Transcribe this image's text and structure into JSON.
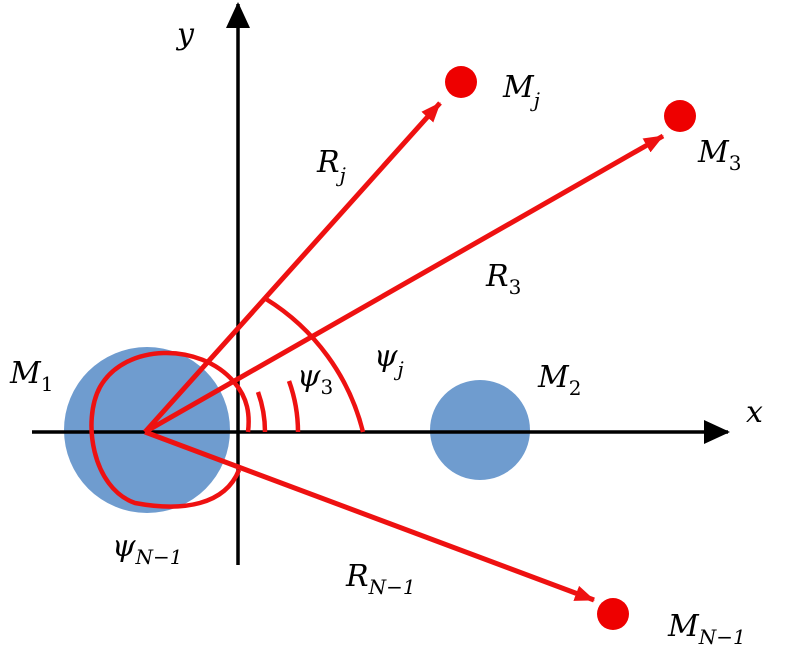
{
  "axes": {
    "x_label": "x",
    "y_label": "y"
  },
  "labels": {
    "M1": {
      "base": "M",
      "sub": "1"
    },
    "M2": {
      "base": "M",
      "sub": "2"
    },
    "M3": {
      "base": "M",
      "sub": "3"
    },
    "Mj": {
      "base": "M",
      "sub": "j"
    },
    "MN1": {
      "base": "M",
      "sub": "N−1"
    },
    "R3": {
      "base": "R",
      "sub": "3"
    },
    "Rj": {
      "base": "R",
      "sub": "j"
    },
    "RN1": {
      "base": "R",
      "sub": "N−1"
    },
    "psi3": {
      "base": "ψ",
      "sub": "3"
    },
    "psij": {
      "base": "ψ",
      "sub": "j"
    },
    "psiN1": {
      "base": "ψ",
      "sub": "N−1"
    }
  },
  "colors": {
    "vector": "#ee1111",
    "point_mass": "#ee0000",
    "large_body": "#6f9ccf",
    "axis": "#000000"
  }
}
